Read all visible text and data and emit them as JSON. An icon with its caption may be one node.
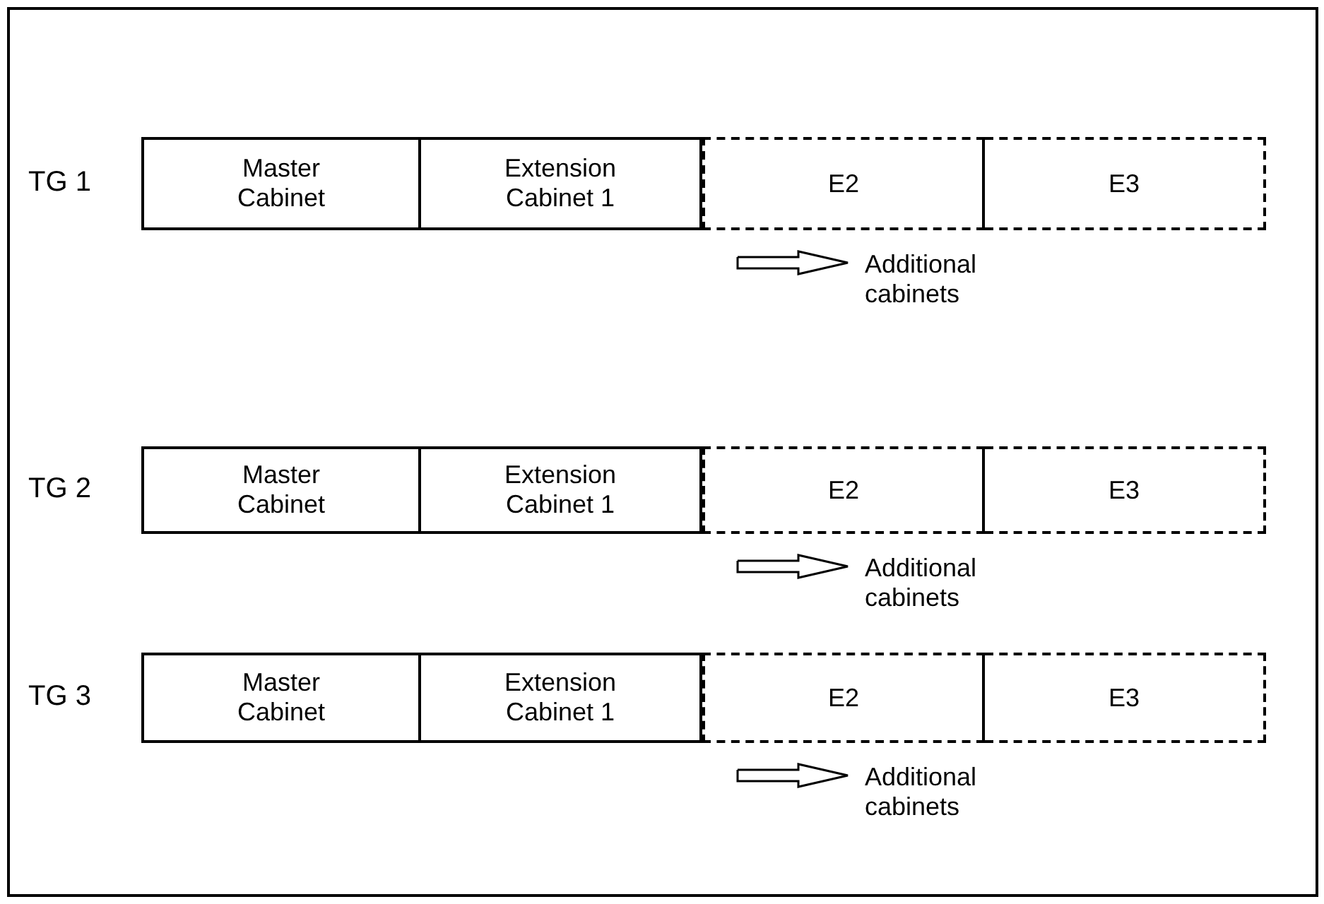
{
  "diagram": {
    "nodes": [
      {
        "text": [
          "Master Cabinet"
        ]
      },
      {
        "text": [
          "Extension Cabinet 1"
        ]
      },
      {
        "text": [
          "E2"
        ]
      },
      {
        "text": [
          "E3"
        ]
      },
      {
        "text": [
          "Master Cabinet"
        ]
      },
      {
        "text": [
          "Extension Cabinet 1"
        ]
      },
      {
        "text": [
          "E2"
        ]
      },
      {
        "text": [
          "E3"
        ]
      },
      {
        "text": [
          "Master Cabinet"
        ]
      },
      {
        "text": [
          "Extension Cabinet 1"
        ]
      },
      {
        "text": [
          "E2"
        ]
      },
      {
        "text": [
          "E3"
        ]
      }
    ],
    "edges": [],
    "labels": [
      "TG 1",
      "Additional cabinets",
      "TG 2",
      "Additional cabinets",
      "TG 3",
      "Additional cabinets"
    ]
  }
}
